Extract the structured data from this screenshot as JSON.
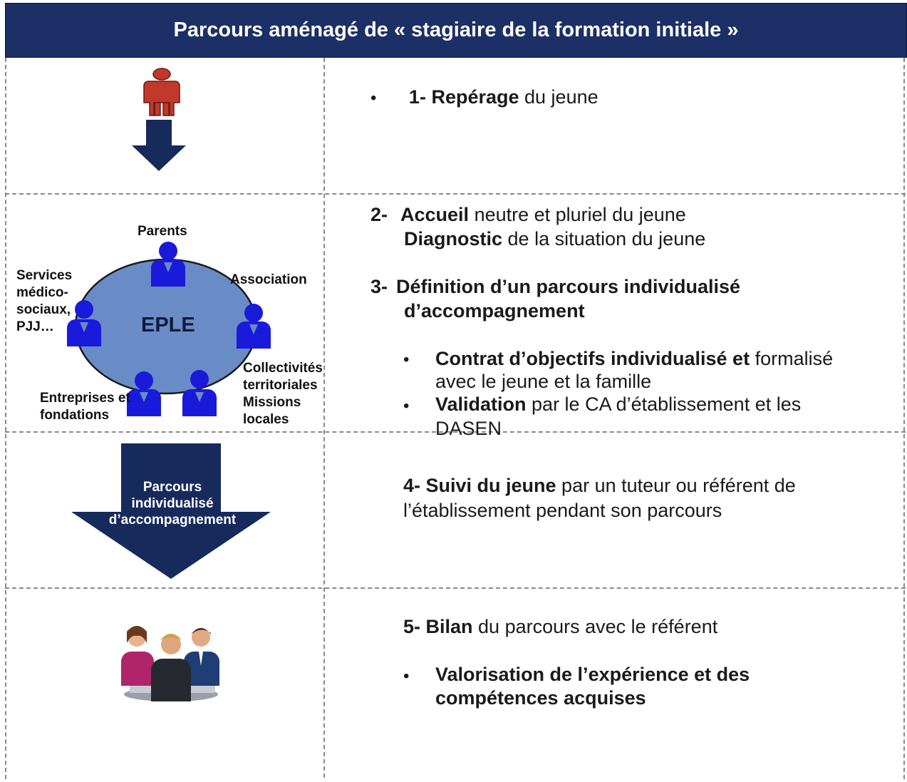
{
  "title": "Parcours aménagé de « stagiaire de la formation initiale »",
  "colors": {
    "header_bg": "#1c2f66",
    "arrow": "#172a5c",
    "eple_circle": "#6a8cc6",
    "person_blue": "#1a1adb",
    "person_red": "#c0392b"
  },
  "step1": {
    "bullet": "•",
    "num": "1-",
    "bold": "Repérage",
    "rest": " du jeune"
  },
  "step2": {
    "num": "2-",
    "bold1": "Accueil",
    "rest1": " neutre et pluriel du jeune",
    "bold2": "Diagnostic",
    "rest2": " de la situation du jeune"
  },
  "step3": {
    "num": "3-",
    "line1": "Définition d’un parcours individualisé",
    "line2": "d’accompagnement",
    "items": [
      {
        "bullet": "•",
        "bold": "Contrat d’objectifs individualisé et",
        "rest": " formalisé",
        "line2": "avec le jeune et la famille"
      },
      {
        "bullet": "•",
        "bold": "Validation",
        "rest": " par le CA d’établissement et les",
        "line2": "DASEN"
      }
    ]
  },
  "step4": {
    "bold": "4- Suivi du jeune",
    "rest": " par un tuteur ou référent de",
    "line2": "l’établissement pendant son parcours"
  },
  "step5": {
    "bold": "5- Bilan",
    "rest": " du parcours avec le référent",
    "item_bullet": "•",
    "item_line1": "Valorisation de l’expérience et des",
    "item_line2": "compétences acquises"
  },
  "eple": {
    "center": "EPLE",
    "parents": "Parents",
    "association": "Association",
    "services": [
      "Services",
      "médico-",
      "sociaux,",
      "PJJ…"
    ],
    "collectivites": [
      "Collectivités",
      "territoriales",
      "Missions",
      "locales"
    ],
    "entreprises": [
      "Entreprises et",
      "fondations"
    ]
  },
  "arrow_label": [
    "Parcours",
    "individualisé",
    "d’accompagnement"
  ]
}
